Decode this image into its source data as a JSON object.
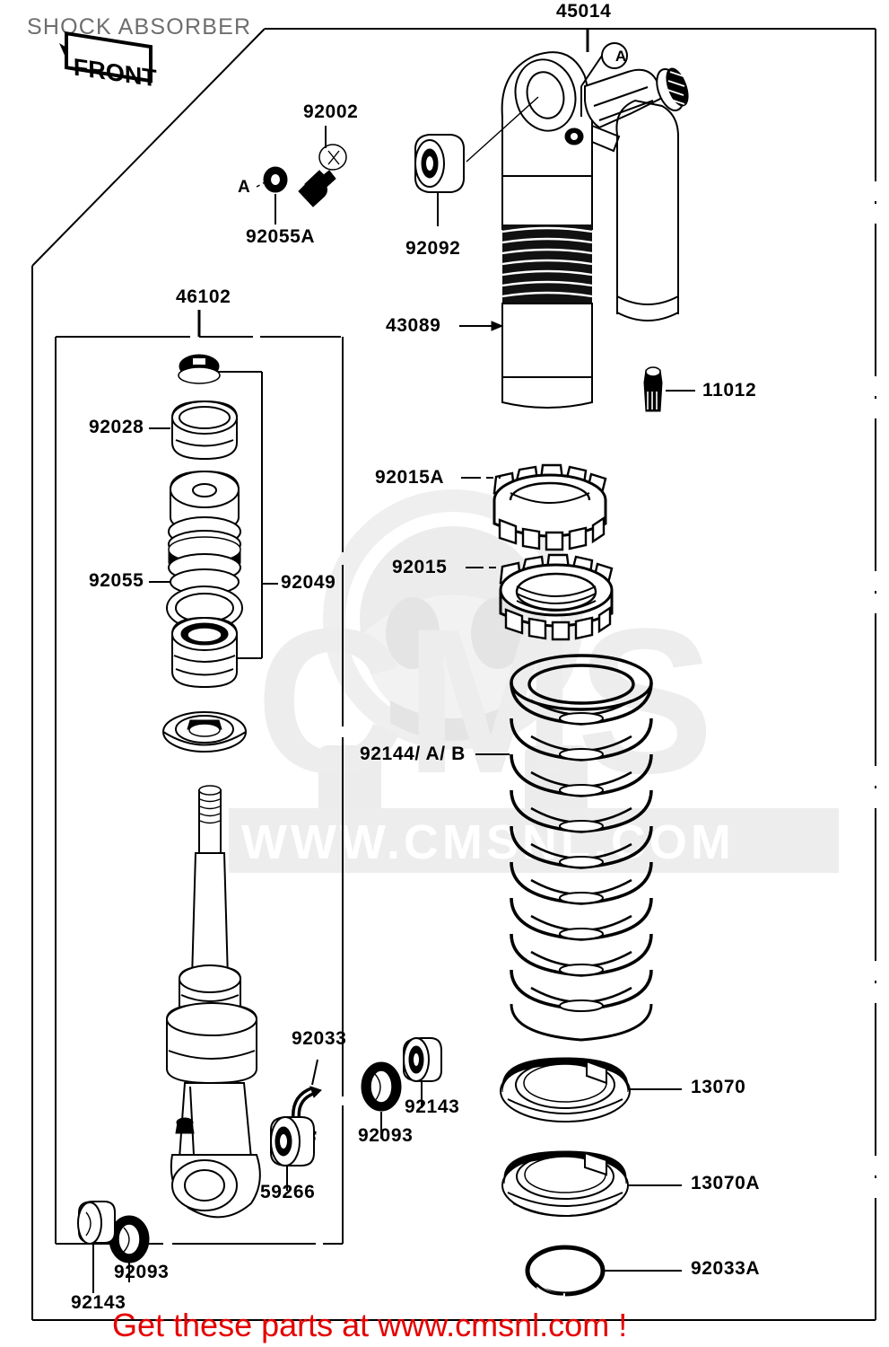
{
  "document": {
    "title": "SHOCK ABSORBER",
    "orientation_badge": "FRONT",
    "footer_note": "Get these parts at www.cmsnl.com !",
    "watermark_text": "WWW.CMSNL.COM",
    "colors": {
      "title": "#6e6e6e",
      "label": "#000000",
      "footer": "#e60000",
      "watermark": "#e9e9e9",
      "background": "#ffffff"
    }
  },
  "callout_markers": [
    {
      "id": "A-top-right",
      "label": "A"
    },
    {
      "id": "A-left",
      "label": "A"
    }
  ],
  "parts": [
    {
      "ref": "45014",
      "label": "45014",
      "description": "shock absorber assembly (group bracket)"
    },
    {
      "ref": "92002",
      "label": "92002",
      "description": "bolt"
    },
    {
      "ref": "92055A",
      "label": "92055A",
      "description": "o-ring"
    },
    {
      "ref": "92092",
      "label": "92092",
      "description": "bushing"
    },
    {
      "ref": "43089",
      "label": "43089",
      "description": "shock body / damper cylinder"
    },
    {
      "ref": "11012",
      "label": "11012",
      "description": "cap"
    },
    {
      "ref": "46102",
      "label": "46102",
      "description": "rod assembly (group bracket)"
    },
    {
      "ref": "92028",
      "label": "92028",
      "description": "bushing"
    },
    {
      "ref": "92055",
      "label": "92055",
      "description": "o-ring"
    },
    {
      "ref": "92049",
      "label": "92049",
      "description": "oil seal set (sub bracket)"
    },
    {
      "ref": "92015A",
      "label": "92015A",
      "description": "nut, castle"
    },
    {
      "ref": "92015",
      "label": "92015",
      "description": "nut, castle"
    },
    {
      "ref": "92144/A/B",
      "label": "92144/ A/ B",
      "description": "coil spring"
    },
    {
      "ref": "92033",
      "label": "92033",
      "description": "snap ring"
    },
    {
      "ref": "92143",
      "label": "92143",
      "description": "collar"
    },
    {
      "ref": "92093",
      "label": "92093",
      "description": "seal"
    },
    {
      "ref": "59266",
      "label": "59266",
      "description": "joint, ball"
    },
    {
      "ref": "13070",
      "label": "13070",
      "description": "guide, spring"
    },
    {
      "ref": "13070A",
      "label": "13070A",
      "description": "guide, spring"
    },
    {
      "ref": "92033A",
      "label": "92033A",
      "description": "snap ring"
    },
    {
      "ref": "92143-b",
      "label": "92143",
      "description": "collar (lower)"
    },
    {
      "ref": "92093-b",
      "label": "92093",
      "description": "seal (lower)"
    }
  ],
  "labels": {
    "p45014": "45014",
    "p92002": "92002",
    "p92055A": "92055A",
    "p92092": "92092",
    "p43089": "43089",
    "p11012": "11012",
    "p46102": "46102",
    "p92028": "92028",
    "p92055": "92055",
    "p92049": "92049",
    "p92015A": "92015A",
    "p92015": "92015",
    "p92144": "92144/ A/ B",
    "p92033": "92033",
    "p92143": "92143",
    "p92093": "92093",
    "p59266": "59266",
    "p13070": "13070",
    "p13070A": "13070A",
    "p92033A": "92033A",
    "p92143b": "92143",
    "p92093b": "92093",
    "markerA1": "A",
    "markerA2": "A"
  }
}
